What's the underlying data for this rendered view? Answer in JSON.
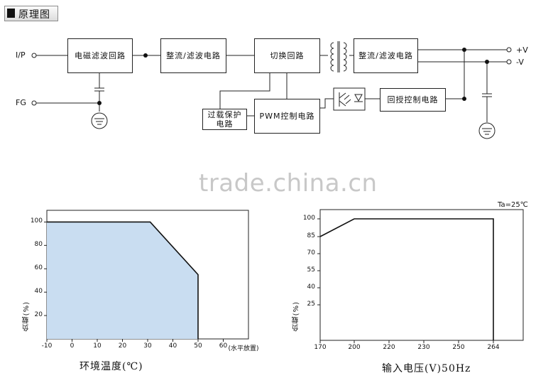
{
  "header": {
    "title": "原理图"
  },
  "diagram": {
    "blocks": {
      "emi": "电磁滤波回路",
      "rect1": "整流/滤波电路",
      "switch": "切换回路",
      "rect2": "整流/滤波电路",
      "ovp": "过载保护\n电路",
      "pwm": "PWM控制电路",
      "fb": "回授控制电路"
    },
    "terminals": {
      "input": "I/P",
      "fg": "FG",
      "vpos": "+V",
      "vneg": "-V"
    }
  },
  "watermark": "trade.china.cn",
  "chart_data": [
    {
      "type": "area",
      "x": [
        -10,
        31,
        50,
        50
      ],
      "y": [
        100,
        100,
        55,
        0
      ],
      "xticks": [
        "-10",
        "0",
        "10",
        "20",
        "30",
        "40",
        "50",
        "60"
      ],
      "xtick_extra": "(水平放置)",
      "yticks": [
        "20",
        "40",
        "60",
        "80",
        "100"
      ],
      "xlabel": "环境温度(℃)",
      "ylabel": "负载(%)",
      "xlim": [
        -10,
        70
      ],
      "ylim": [
        0,
        110
      ],
      "fill_color": "#c9ddf1"
    },
    {
      "type": "line",
      "x": [
        170,
        200,
        264,
        264
      ],
      "y": [
        85,
        100,
        100,
        0
      ],
      "xticks": [
        "170",
        "200",
        "220",
        "230",
        "250",
        "264"
      ],
      "yticks": [
        "25",
        "40",
        "55",
        "70",
        "85",
        "100"
      ],
      "xlabel": "输入电压(V)50Hz",
      "ylabel": "负载(%)",
      "annotation": "Ta=25℃",
      "ylim": [
        0,
        110
      ]
    }
  ]
}
